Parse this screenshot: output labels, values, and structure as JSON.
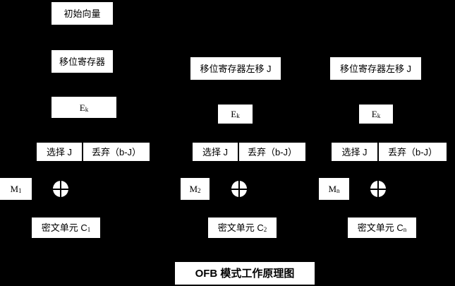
{
  "canvas": {
    "background": "#000000",
    "box_fill": "#ffffff",
    "text_color": "#000000"
  },
  "title": "OFB 模式工作原理图",
  "col1": {
    "init_vector": "初始向量",
    "shift_register": "移位寄存器",
    "enc_base": "E",
    "enc_sub": "k",
    "select": "选择 J",
    "discard": "丢弃（b-J）",
    "m_base": "M",
    "m_sub": "1",
    "cipher_base": "密文单元 C",
    "cipher_sub": "1"
  },
  "col2": {
    "shift_register": "移位寄存器左移 J",
    "enc_base": "E",
    "enc_sub": "k",
    "select": "选择 J",
    "discard": "丢弃（b-J）",
    "m_base": "M",
    "m_sub": "2",
    "cipher_base": "密文单元 C",
    "cipher_sub": "2"
  },
  "col3": {
    "shift_register": "移位寄存器左移 J",
    "enc_base": "E",
    "enc_sub": "k",
    "select": "选择 J",
    "discard": "丢弃（b-J）",
    "m_base": "M",
    "m_sub": "n",
    "cipher_base": "密文单元 C",
    "cipher_sub": "n"
  }
}
